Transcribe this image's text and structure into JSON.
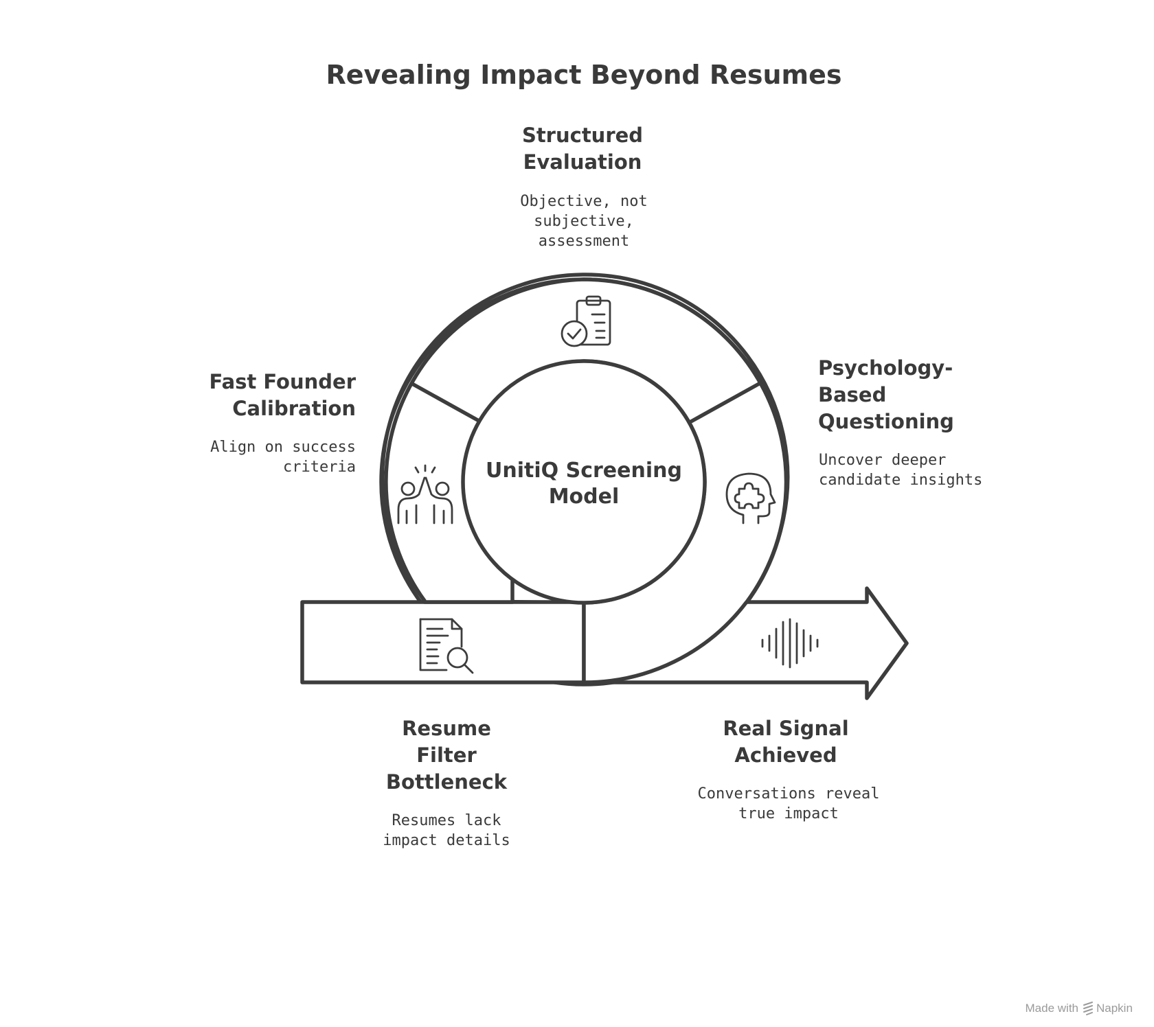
{
  "title": "Revealing Impact Beyond Resumes",
  "center": {
    "line1": "UnitiQ Screening",
    "line2": "Model"
  },
  "stages": {
    "structured": {
      "title": [
        "Structured",
        "Evaluation"
      ],
      "desc": [
        "Objective, not",
        "subjective,",
        "assessment"
      ],
      "icon": "clipboard-check-icon"
    },
    "psychology": {
      "title": [
        "Psychology-",
        "Based",
        "Questioning"
      ],
      "desc": [
        "Uncover deeper",
        "candidate insights"
      ],
      "icon": "head-puzzle-icon"
    },
    "founder": {
      "title": [
        "Fast Founder",
        "Calibration"
      ],
      "desc": [
        "Align on success",
        "criteria"
      ],
      "icon": "high-five-icon"
    },
    "resume": {
      "title": [
        "Resume",
        "Filter",
        "Bottleneck"
      ],
      "desc": [
        "Resumes lack",
        "impact details"
      ],
      "icon": "document-search-icon"
    },
    "signal": {
      "title": [
        "Real Signal",
        "Achieved"
      ],
      "desc": [
        "Conversations reveal",
        "true impact"
      ],
      "icon": "sound-wave-icon"
    }
  },
  "footer": {
    "label": "Made with",
    "brand": "Napkin"
  }
}
